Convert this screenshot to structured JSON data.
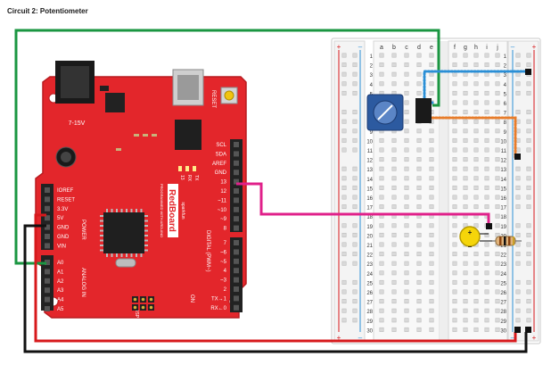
{
  "caption": "Circuit 2: Potentiometer",
  "board": {
    "brand": "RedBoard",
    "tagline": "PROGRAMMED WITH ARDUINO",
    "sparkfun": "sparkfun",
    "power_jack_label": "7-15V",
    "reset_label": "RESET",
    "isp_label": "ISP",
    "on_label": "ON",
    "power_header_title": "POWER",
    "analog_header_title": "ANALOG IN",
    "digital_header_title": "DIGITAL (PWM~)",
    "power_pins": [
      "IOREF",
      "RESET",
      "3.3V",
      "5V",
      "GND",
      "GND",
      "VIN"
    ],
    "analog_pins": [
      "A0",
      "A1",
      "A2",
      "A3",
      "A4",
      "A5"
    ],
    "top_pins": [
      "SCL",
      "SDA",
      "AREF",
      "GND",
      "13",
      "12",
      "~11",
      "~10",
      "~9",
      "8"
    ],
    "bottom_pins": [
      "7",
      "~6",
      "~5",
      "4",
      "~3",
      "2",
      "TX→1",
      "RX←0"
    ],
    "led_labels": [
      "13",
      "RX",
      "TX"
    ]
  },
  "breadboard": {
    "rail_plus": "+",
    "rail_minus": "–",
    "left_cols": [
      "a",
      "b",
      "c",
      "d",
      "e"
    ],
    "right_cols": [
      "f",
      "g",
      "h",
      "i",
      "j"
    ],
    "rows": [
      "1",
      "2",
      "3",
      "4",
      "5",
      "6",
      "7",
      "8",
      "9",
      "10",
      "11",
      "12",
      "13",
      "14",
      "15",
      "16",
      "17",
      "18",
      "19",
      "20",
      "21",
      "22",
      "23",
      "24",
      "25",
      "26",
      "27",
      "28",
      "29",
      "30"
    ]
  },
  "components": {
    "led_polarity_plus": "+",
    "led_polarity_minus": "–"
  },
  "colors": {
    "board_red": "#e3262b",
    "board_dark": "#b81c20",
    "wire_green": "#1a9641",
    "wire_magenta": "#e0208a",
    "wire_blue": "#2b8fd6",
    "wire_orange": "#e77c2a",
    "wire_red": "#d7191c",
    "wire_black": "#111111",
    "led_yellow": "#f5d50a",
    "pot_blue": "#2c5aa0"
  }
}
